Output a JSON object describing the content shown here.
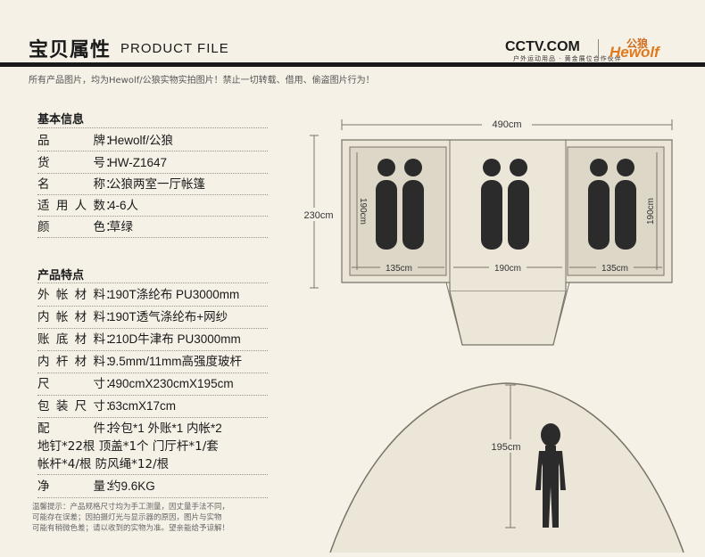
{
  "header": {
    "title_cn": "宝贝属性",
    "title_en": "PRODUCT FILE",
    "notice": "所有产品图片，均为Hewolf/公狼实物实拍图片！禁止一切转载、借用、偷盗图片行为！"
  },
  "logos": {
    "cctv": "CCTV.COM",
    "cctv_sub": "户外运动用品 · 黄金展位合作伙伴",
    "hewolf_cn": "公狼",
    "hewolf": "Hewolf"
  },
  "basic_info": {
    "heading": "基本信息",
    "rows": [
      {
        "label": "品牌",
        "value": "Hewolf/公狼"
      },
      {
        "label": "货号",
        "value": "HW-Z1647"
      },
      {
        "label": "名称",
        "value": "公狼两室一厅帐篷"
      },
      {
        "label": "适用人数",
        "value": "4-6人"
      },
      {
        "label": "颜色",
        "value": "草绿"
      }
    ]
  },
  "features": {
    "heading": "产品特点",
    "rows": [
      {
        "label": "外帐材料",
        "value": "190T涤纶布 PU3000mm"
      },
      {
        "label": "内帐材料",
        "value": "190T透气涤纶布+网纱"
      },
      {
        "label": "账底材料",
        "value": "210D牛津布 PU3000mm"
      },
      {
        "label": "内杆材料",
        "value": "9.5mm/11mm高强度玻杆"
      },
      {
        "label": "尺寸",
        "value": "490cmX230cmX195cm"
      },
      {
        "label": "包装尺寸",
        "value": "63cmX17cm"
      }
    ],
    "parts": {
      "label": "配件",
      "line1": "拎包*1   外账*1   内帐*2",
      "line2": "地钉*22根   顶盖*1个   门厅杆*1/套",
      "line3": "帐杆*4/根   防风绳*12/根"
    },
    "weight": {
      "label": "净量",
      "value": "约9.6KG"
    }
  },
  "warm_tips": [
    "温馨提示：产品规格尺寸均为手工测量，因丈量手法不同，",
    "可能存在误差；因拍摄灯光与显示器的原因，图片与实物",
    "可能有稍微色差；请以收到的实物为准。望亲能给予谅解！"
  ],
  "diagram": {
    "width_label": "490cm",
    "depth_label": "230cm",
    "room_depth_left": "190cm",
    "room_depth_right": "190cm",
    "left_room_width": "135cm",
    "hall_width": "190cm",
    "right_room_width": "135cm",
    "height_label": "195cm",
    "colors": {
      "outline": "#7a7468",
      "room_fill": "#e2dccd",
      "person": "#2b2b2b"
    }
  }
}
